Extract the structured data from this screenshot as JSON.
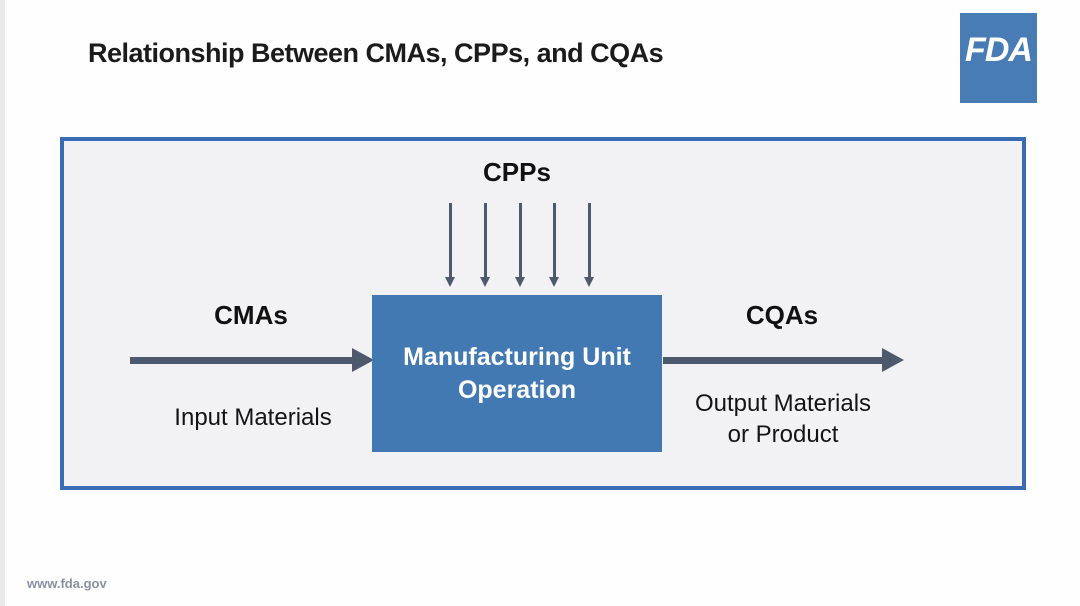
{
  "slide": {
    "title": "Relationship Between CMAs, CPPs, and CQAs",
    "logo_text": "FDA",
    "footer": "www.fda.gov"
  },
  "diagram": {
    "cpps_label": "CPPs",
    "cmas_label": "CMAs",
    "cqas_label": "CQAs",
    "input_label": "Input Materials",
    "output_label_line1": "Output Materials",
    "output_label_line2": "or Product",
    "process_box_line1": "Manufacturing Unit",
    "process_box_line2": "Operation",
    "cpp_arrow_count": 5
  },
  "colors": {
    "process_box_fill": "#4279b2",
    "border_blue": "#3a6cb3",
    "panel_fill": "#f2f2f4",
    "arrow_color": "#4d5a6e",
    "logo_blue": "#477cb5",
    "footer_gray": "#8b90a0"
  }
}
